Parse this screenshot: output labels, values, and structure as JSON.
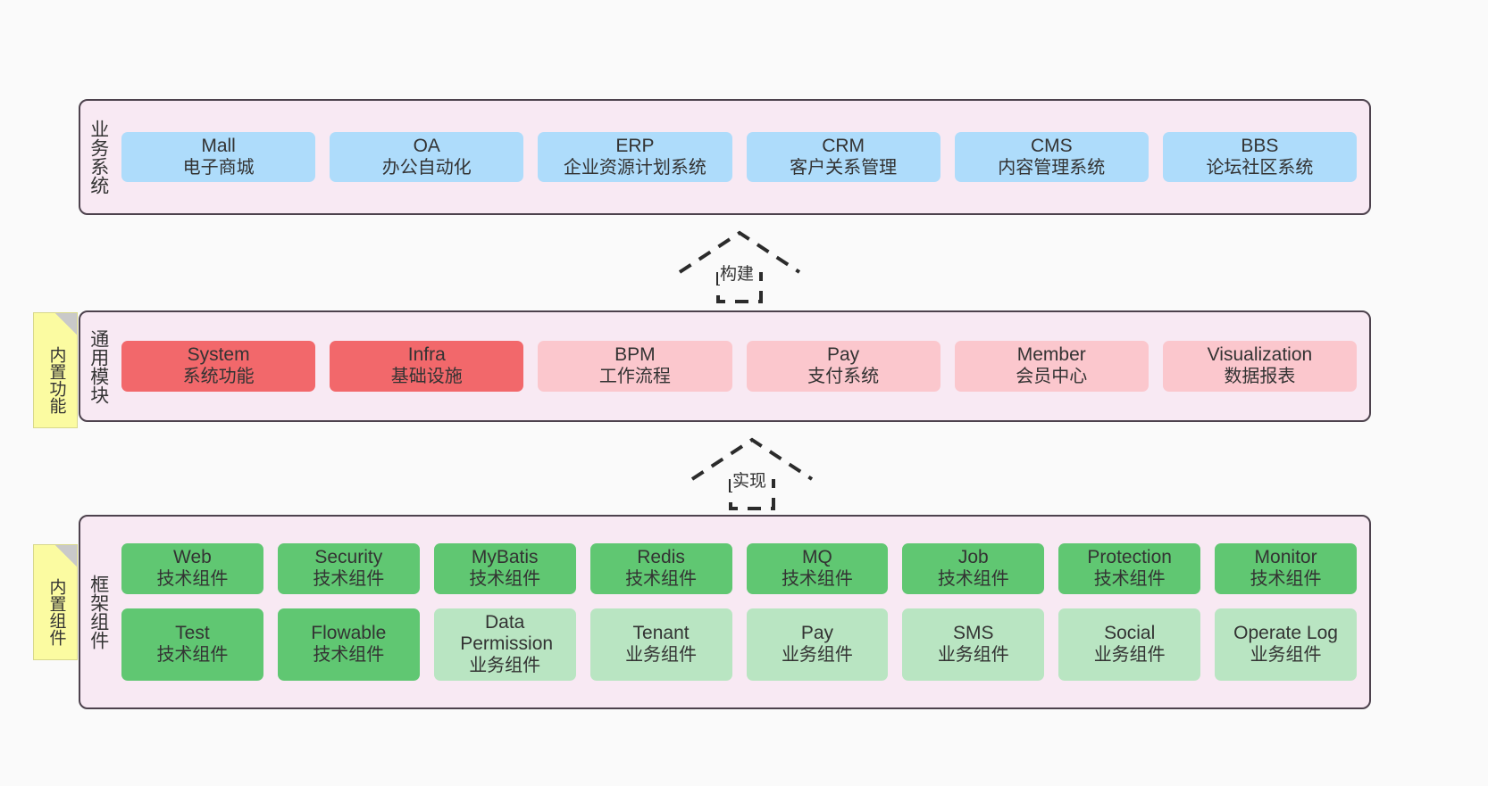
{
  "diagram": {
    "background_color": "#fafafa",
    "layer_fill": "#f8e9f3",
    "layer_border": "#4d424d",
    "colors": {
      "business": "#aedcfb",
      "module_core": "#f2686b",
      "module_optional": "#fbc7cd",
      "tech_component": "#60c772",
      "biz_component": "#b9e5c2",
      "note": "#fbfba1"
    }
  },
  "layers": [
    {
      "id": "business-system",
      "title": "业务系统",
      "rows": [
        [
          {
            "name": "Mall",
            "desc": "电子商城",
            "style": "c-blue"
          },
          {
            "name": "OA",
            "desc": "办公自动化",
            "style": "c-blue"
          },
          {
            "name": "ERP",
            "desc": "企业资源计划系统",
            "style": "c-blue"
          },
          {
            "name": "CRM",
            "desc": "客户关系管理",
            "style": "c-blue"
          },
          {
            "name": "CMS",
            "desc": "内容管理系统",
            "style": "c-blue"
          },
          {
            "name": "BBS",
            "desc": "论坛社区系统",
            "style": "c-blue"
          }
        ]
      ]
    },
    {
      "id": "common-module",
      "title": "通用模块",
      "note": "内置功能",
      "rows": [
        [
          {
            "name": "System",
            "desc": "系统功能",
            "style": "c-red"
          },
          {
            "name": "Infra",
            "desc": "基础设施",
            "style": "c-red"
          },
          {
            "name": "BPM",
            "desc": "工作流程",
            "style": "c-pink"
          },
          {
            "name": "Pay",
            "desc": "支付系统",
            "style": "c-pink"
          },
          {
            "name": "Member",
            "desc": "会员中心",
            "style": "c-pink"
          },
          {
            "name": "Visualization",
            "desc": "数据报表",
            "style": "c-pink"
          }
        ]
      ]
    },
    {
      "id": "framework-component",
      "title": "框架组件",
      "note": "内置组件",
      "rows": [
        [
          {
            "name": "Web",
            "desc": "技术组件",
            "style": "c-green"
          },
          {
            "name": "Security",
            "desc": "技术组件",
            "style": "c-green"
          },
          {
            "name": "MyBatis",
            "desc": "技术组件",
            "style": "c-green"
          },
          {
            "name": "Redis",
            "desc": "技术组件",
            "style": "c-green"
          },
          {
            "name": "MQ",
            "desc": "技术组件",
            "style": "c-green"
          },
          {
            "name": "Job",
            "desc": "技术组件",
            "style": "c-green"
          },
          {
            "name": "Protection",
            "desc": "技术组件",
            "style": "c-green"
          },
          {
            "name": "Monitor",
            "desc": "技术组件",
            "style": "c-green"
          }
        ],
        [
          {
            "name": "Test",
            "desc": "技术组件",
            "style": "c-green"
          },
          {
            "name": "Flowable",
            "desc": "技术组件",
            "style": "c-green"
          },
          {
            "name": "Data Permission",
            "desc": "业务组件",
            "style": "c-green-light"
          },
          {
            "name": "Tenant",
            "desc": "业务组件",
            "style": "c-green-light"
          },
          {
            "name": "Pay",
            "desc": "业务组件",
            "style": "c-green-light"
          },
          {
            "name": "SMS",
            "desc": "业务组件",
            "style": "c-green-light"
          },
          {
            "name": "Social",
            "desc": "业务组件",
            "style": "c-green-light"
          },
          {
            "name": "Operate Log",
            "desc": "业务组件",
            "style": "c-green-light"
          }
        ]
      ]
    }
  ],
  "connectors": [
    {
      "id": "build",
      "label": "构建"
    },
    {
      "id": "implement",
      "label": "实现"
    }
  ]
}
